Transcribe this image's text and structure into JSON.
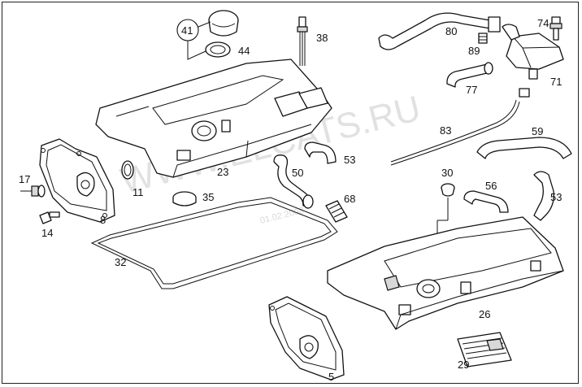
{
  "watermark": {
    "main": "WWW.ELCATS.RU",
    "date": "01.02.2008"
  },
  "labels": {
    "p41": "41",
    "p44": "44",
    "p38": "38",
    "p80": "80",
    "p89": "89",
    "p74": "74",
    "p71": "71",
    "p77": "77",
    "p83": "83",
    "p59": "59",
    "p53a": "53",
    "p50": "50",
    "p68": "68",
    "p23": "23",
    "p11": "11",
    "p35": "35",
    "p17": "17",
    "p14": "14",
    "p8": "8",
    "p32": "32",
    "p30": "30",
    "p56": "56",
    "p53b": "53",
    "p26": "26",
    "p29": "29",
    "p5": "5"
  }
}
